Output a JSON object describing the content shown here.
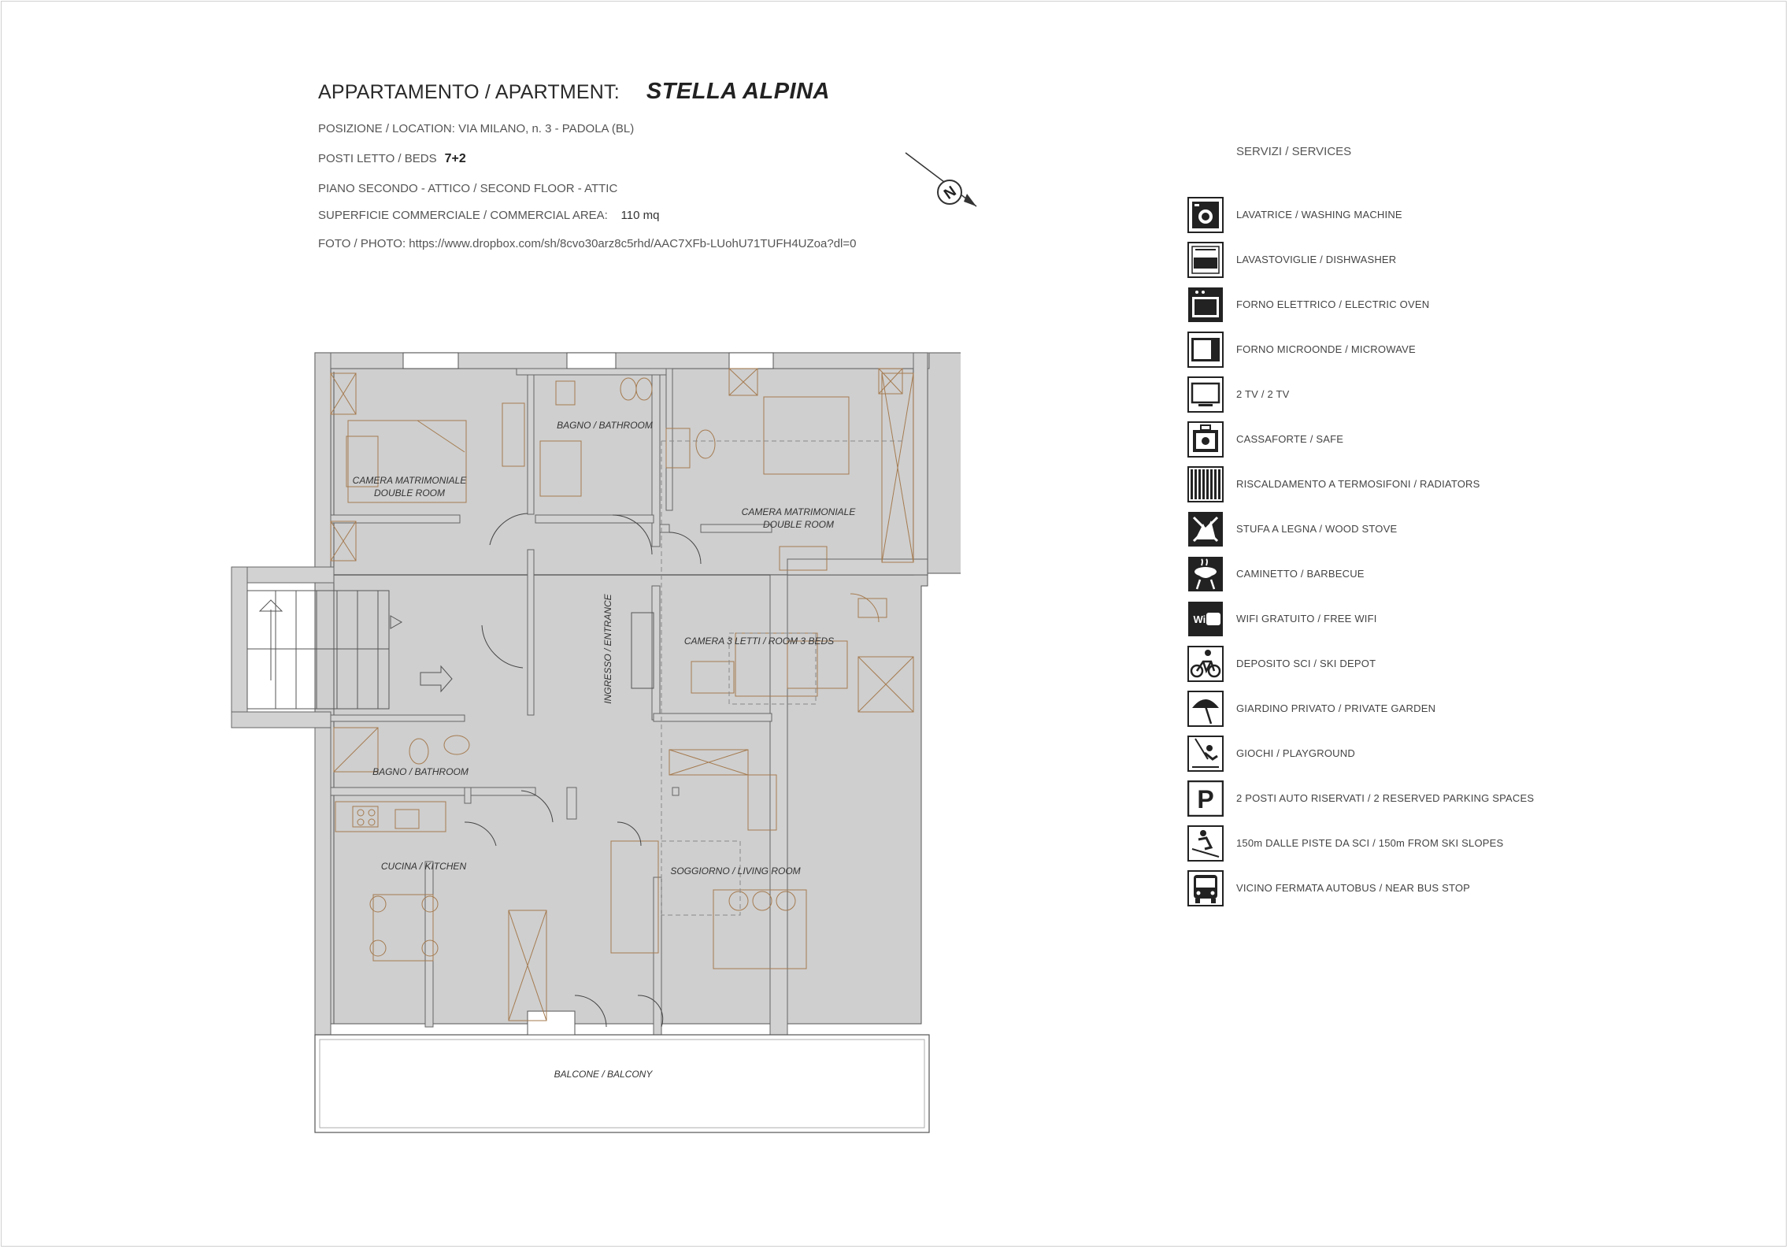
{
  "header": {
    "title_label": "APPARTAMENTO / APARTMENT:",
    "title_name": "STELLA ALPINA",
    "location": "POSIZIONE / LOCATION: VIA MILANO, n. 3 - PADOLA (BL)",
    "beds_label": "POSTI LETTO / BEDS",
    "beds_value": "7+2",
    "floor": "PIANO SECONDO - ATTICO / SECOND FLOOR - ATTIC",
    "area_label": "SUPERFICIE COMMERCIALE / COMMERCIAL AREA:",
    "area_value": "110 mq",
    "photo": "FOTO / PHOTO: https://www.dropbox.com/sh/8cvo30arz8c5rhd/AAC7XFb-LUohU71TUFH4UZoa?dl=0"
  },
  "north_symbol": {
    "letter": "N"
  },
  "rooms": {
    "double_room_1_a": "CAMERA MATRIMONIALE",
    "double_room_1_b": "DOUBLE ROOM",
    "bathroom_1": "BAGNO / BATHROOM",
    "double_room_2_a": "CAMERA MATRIMONIALE",
    "double_room_2_b": "DOUBLE ROOM",
    "entrance": "INGRESSO / ENTRANCE",
    "room_3_beds": "CAMERA 3 LETTI / ROOM 3 BEDS",
    "bathroom_2": "BAGNO / BATHROOM",
    "kitchen": "CUCINA / KITCHEN",
    "living_room": "SOGGIORNO / LIVING ROOM",
    "balcony": "BALCONE / BALCONY"
  },
  "services": {
    "title": "SERVIZI / SERVICES",
    "items": [
      {
        "label": "LAVATRICE / WASHING MACHINE",
        "icon": "washing-machine-icon"
      },
      {
        "label": "LAVASTOVIGLIE / DISHWASHER",
        "icon": "dishwasher-icon"
      },
      {
        "label": "FORNO ELETTRICO / ELECTRIC OVEN",
        "icon": "oven-icon"
      },
      {
        "label": "FORNO MICROONDE / MICROWAVE",
        "icon": "microwave-icon"
      },
      {
        "label": "2 TV / 2 TV",
        "icon": "tv-icon"
      },
      {
        "label": "CASSAFORTE / SAFE",
        "icon": "safe-icon"
      },
      {
        "label": "RISCALDAMENTO A TERMOSIFONI / RADIATORS",
        "icon": "radiator-icon"
      },
      {
        "label": "STUFA A LEGNA / WOOD STOVE",
        "icon": "wood-stove-icon"
      },
      {
        "label": "CAMINETTO / BARBECUE",
        "icon": "barbecue-icon"
      },
      {
        "label": "WIFI GRATUITO / FREE WIFI",
        "icon": "wifi-icon",
        "icon_text": "Wi Fi"
      },
      {
        "label": "DEPOSITO SCI / SKI DEPOT",
        "icon": "bicycle-icon"
      },
      {
        "label": "GIARDINO PRIVATO / PRIVATE GARDEN",
        "icon": "umbrella-icon"
      },
      {
        "label": "GIOCHI / PLAYGROUND",
        "icon": "swing-icon"
      },
      {
        "label": "2 POSTI AUTO RISERVATI / 2 RESERVED PARKING SPACES",
        "icon": "parking-icon",
        "icon_text": "P"
      },
      {
        "label": "150m DALLE PISTE DA SCI / 150m FROM SKI SLOPES",
        "icon": "skier-icon"
      },
      {
        "label": "VICINO FERMATA AUTOBUS / NEAR BUS STOP",
        "icon": "bus-icon"
      }
    ]
  },
  "colors": {
    "wall": "#c9c9c9",
    "furniture": "#a57b50",
    "line": "#444444"
  }
}
